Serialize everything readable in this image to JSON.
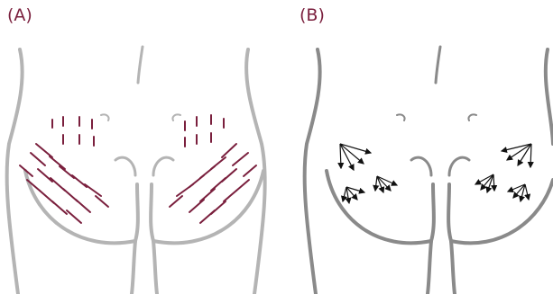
{
  "panels": [
    {
      "id": "A",
      "label": "(A)"
    },
    {
      "id": "B",
      "label": "(B)"
    }
  ],
  "colors": {
    "label_text": "#7a1f3d",
    "marks": "#7a1f3d",
    "outline_a": "#b4b4b4",
    "outline_b": "#8a8a8a",
    "arrows": "#111111"
  }
}
